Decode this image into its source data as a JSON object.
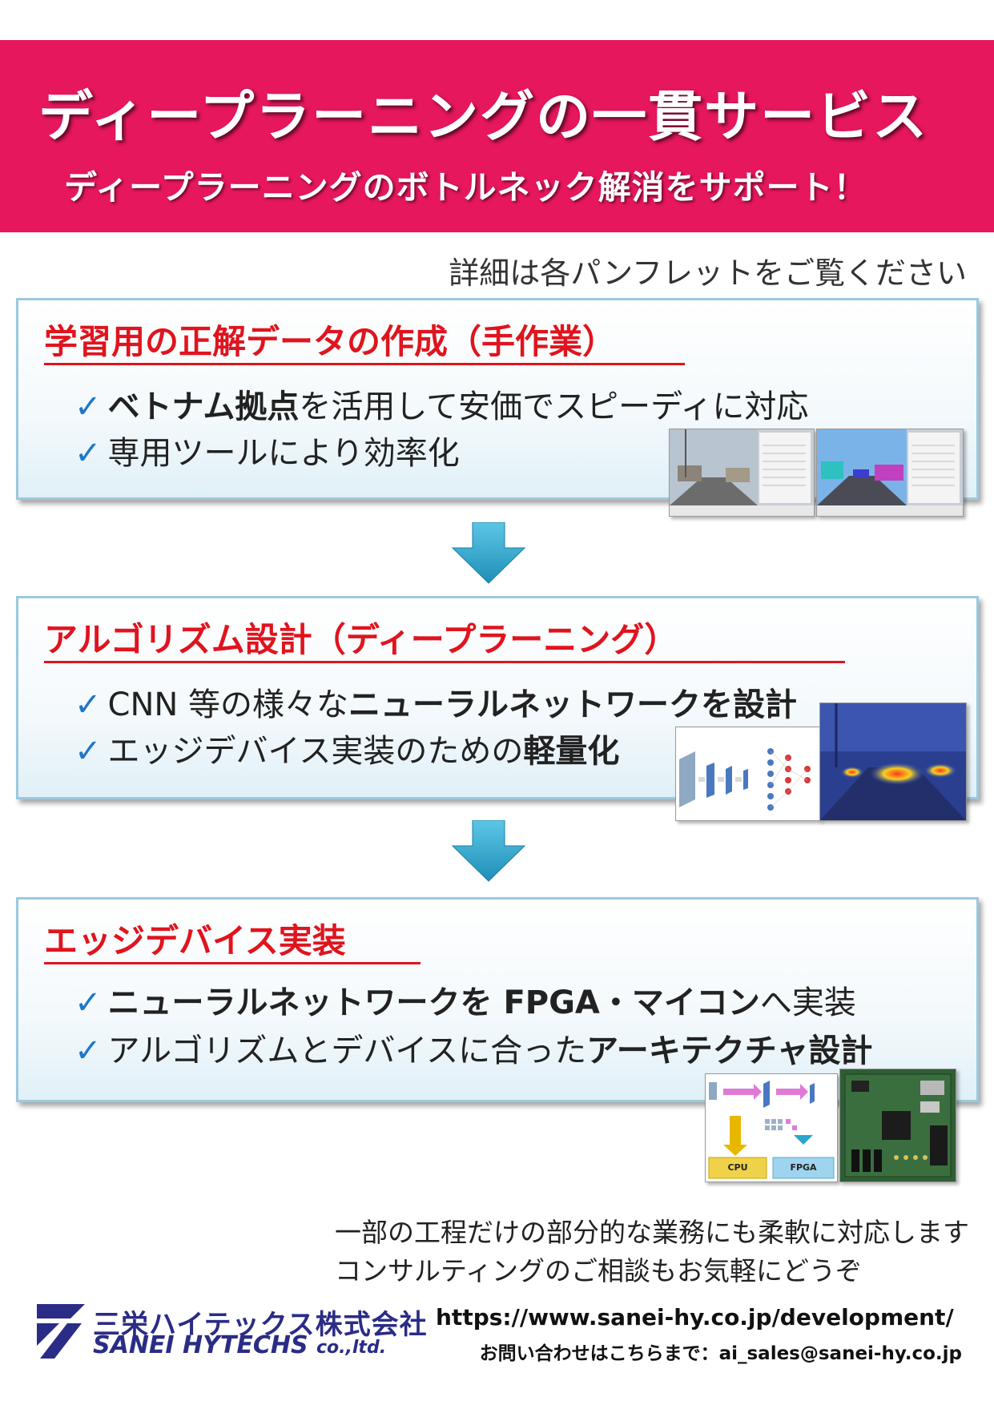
{
  "banner": {
    "title": "ディープラーニングの一貫サービス",
    "subtitle": "ディープラーニングのボトルネック解消をサポート！"
  },
  "note": "詳細は各パンフレットをご覧ください",
  "sections": [
    {
      "title": "学習用の正解データの作成（手作業）",
      "items": [
        {
          "bold": "ベトナム拠点",
          "rest": "を活用して安価でスピーディに対応"
        },
        {
          "text": "専用ツールにより効率化"
        }
      ]
    },
    {
      "title": "アルゴリズム設計（ディープラーニング）",
      "items": [
        {
          "pre": "CNN 等の様々な",
          "bold": "ニューラルネットワークを設計"
        },
        {
          "pre": "エッジデバイス実装のための",
          "bold": "軽量化"
        }
      ]
    },
    {
      "title": "エッジデバイス実装",
      "items": [
        {
          "bold": "ニューラルネットワークを FPGA・マイコン",
          "rest": "へ実装"
        },
        {
          "pre": "アルゴリズムとデバイスに合った",
          "bold": "アーキテクチャ設計"
        }
      ]
    }
  ],
  "diagram_labels": {
    "cpu": "CPU",
    "fpga": "FPGA"
  },
  "check_mark": "✓",
  "closing": [
    "一部の工程だけの部分的な業務にも柔軟に対応します",
    "コンサルティングのご相談もお気軽にどうぞ"
  ],
  "company": {
    "name_jp": "三栄ハイテックス株式会社",
    "name_en": "SANEI HYTECHS",
    "name_en_suffix": "co.,ltd."
  },
  "url": "https://www.sanei-hy.co.jp/development/",
  "contact": "お問い合わせはこちらまで：ai_sales@sanei-hy.co.jp",
  "colors": {
    "banner": "#e6175c",
    "heading": "#e0141e",
    "check": "#1f77c8",
    "arrow": "#2aa6cc",
    "logo": "#2a2c86"
  }
}
